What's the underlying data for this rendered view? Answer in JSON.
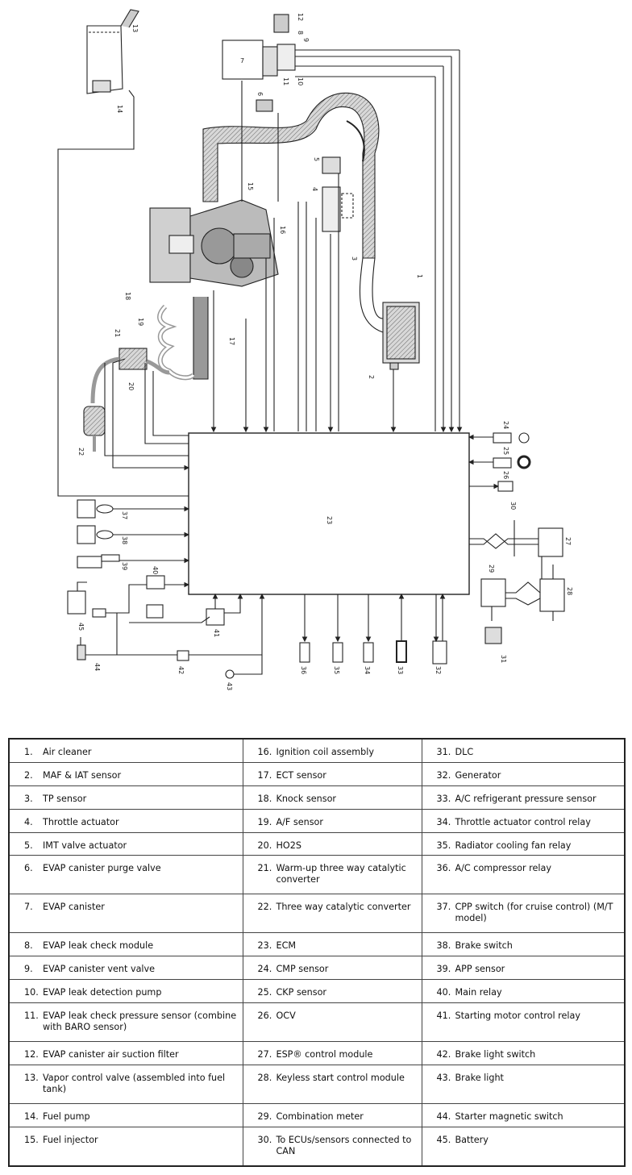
{
  "diagram": {
    "ecm_label": "23",
    "callouts": [
      "1",
      "2",
      "3",
      "4",
      "5",
      "6",
      "7",
      "8",
      "9",
      "10",
      "11",
      "12",
      "13",
      "14",
      "15",
      "16",
      "17",
      "18",
      "19",
      "20",
      "21",
      "22",
      "24",
      "25",
      "26",
      "27",
      "28",
      "29",
      "30",
      "31",
      "32",
      "33",
      "34",
      "35",
      "36",
      "37",
      "38",
      "39",
      "40",
      "41",
      "42",
      "43",
      "44",
      "45"
    ]
  },
  "legend": {
    "rows": [
      [
        {
          "n": "1.",
          "t": "Air cleaner"
        },
        {
          "n": "16.",
          "t": "Ignition coil assembly"
        },
        {
          "n": "31.",
          "t": "DLC"
        }
      ],
      [
        {
          "n": "2.",
          "t": "MAF & IAT sensor"
        },
        {
          "n": "17.",
          "t": "ECT sensor"
        },
        {
          "n": "32.",
          "t": "Generator"
        }
      ],
      [
        {
          "n": "3.",
          "t": "TP sensor"
        },
        {
          "n": "18.",
          "t": "Knock sensor"
        },
        {
          "n": "33.",
          "t": "A/C refrigerant pressure sensor"
        }
      ],
      [
        {
          "n": "4.",
          "t": "Throttle actuator"
        },
        {
          "n": "19.",
          "t": "A/F sensor"
        },
        {
          "n": "34.",
          "t": "Throttle actuator control relay"
        }
      ],
      [
        {
          "n": "5.",
          "t": "IMT valve actuator"
        },
        {
          "n": "20.",
          "t": "HO2S"
        },
        {
          "n": "35.",
          "t": "Radiator cooling fan relay"
        }
      ],
      [
        {
          "n": "6.",
          "t": "EVAP canister purge valve"
        },
        {
          "n": "21.",
          "t": "Warm-up three way catalytic converter"
        },
        {
          "n": "36.",
          "t": "A/C compressor relay"
        }
      ],
      [
        {
          "n": "7.",
          "t": "EVAP canister"
        },
        {
          "n": "22.",
          "t": "Three way catalytic converter"
        },
        {
          "n": "37.",
          "t": "CPP switch (for cruise control) (M/T model)"
        }
      ],
      [
        {
          "n": "8.",
          "t": "EVAP leak check module"
        },
        {
          "n": "23.",
          "t": "ECM"
        },
        {
          "n": "38.",
          "t": "Brake switch"
        }
      ],
      [
        {
          "n": "9.",
          "t": "EVAP canister vent valve"
        },
        {
          "n": "24.",
          "t": "CMP sensor"
        },
        {
          "n": "39.",
          "t": "APP sensor"
        }
      ],
      [
        {
          "n": "10.",
          "t": "EVAP leak detection pump"
        },
        {
          "n": "25.",
          "t": "CKP sensor"
        },
        {
          "n": "40.",
          "t": "Main relay"
        }
      ],
      [
        {
          "n": "11.",
          "t": "EVAP leak check pressure sensor (combine with BARO sensor)"
        },
        {
          "n": "26.",
          "t": "OCV"
        },
        {
          "n": "41.",
          "t": "Starting motor control relay"
        }
      ],
      [
        {
          "n": "12.",
          "t": "EVAP canister air suction filter"
        },
        {
          "n": "27.",
          "t": "ESP® control module"
        },
        {
          "n": "42.",
          "t": "Brake light switch"
        }
      ],
      [
        {
          "n": "13.",
          "t": "Vapor control valve (assembled into fuel tank)"
        },
        {
          "n": "28.",
          "t": "Keyless start control module"
        },
        {
          "n": "43.",
          "t": "Brake light"
        }
      ],
      [
        {
          "n": "14.",
          "t": "Fuel pump"
        },
        {
          "n": "29.",
          "t": "Combination meter"
        },
        {
          "n": "44.",
          "t": "Starter magnetic switch"
        }
      ],
      [
        {
          "n": "15.",
          "t": "Fuel injector"
        },
        {
          "n": "30.",
          "t": "To ECUs/sensors connected to CAN"
        },
        {
          "n": "45.",
          "t": "Battery"
        }
      ]
    ]
  }
}
